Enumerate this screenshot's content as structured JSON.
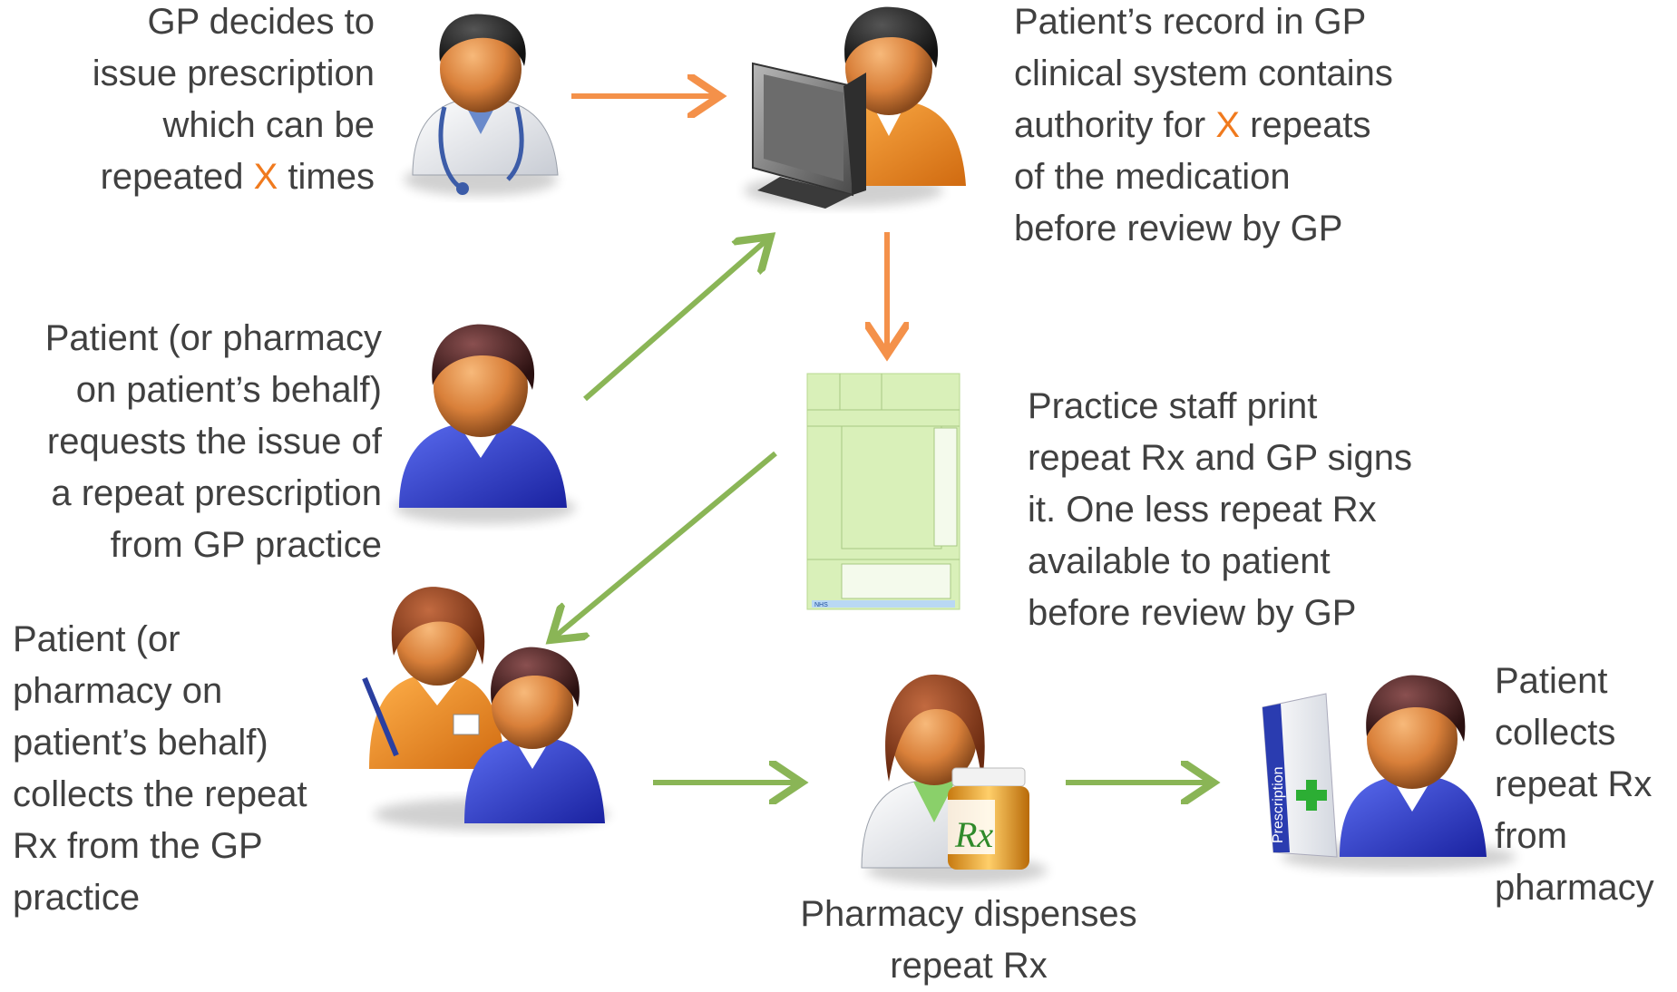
{
  "colors": {
    "text": "#404040",
    "highlight": "#f07a1e",
    "arrow_orange": "#f4914a",
    "arrow_green": "#8ab556",
    "form_green": "#d9f0b9"
  },
  "steps": {
    "gp_decides": {
      "line1": "GP decides to",
      "line2": "issue prescription",
      "line3": "which can be",
      "line4_pre": "repeated ",
      "line4_x": "X",
      "line4_post": " times"
    },
    "patient_record": {
      "line1": "Patient’s record in GP",
      "line2": "clinical system contains",
      "line3_pre": "authority for ",
      "line3_x": "X",
      "line3_post": " repeats",
      "line4": "of the medication",
      "line5": "before review by GP"
    },
    "patient_requests": {
      "line1": "Patient (or pharmacy",
      "line2": "on patient’s behalf)",
      "line3": "requests the issue of",
      "line4": "a repeat prescription",
      "line5": "from GP practice"
    },
    "practice_prints": {
      "line1": "Practice staff print",
      "line2": "repeat Rx and GP signs",
      "line3": "it. One less repeat Rx",
      "line4": "available to patient",
      "line5": "before review by GP"
    },
    "patient_collects_rx": {
      "line1": "Patient (or",
      "line2": "pharmacy on",
      "line3": "patient’s behalf)",
      "line4": "collects the repeat",
      "line5": "Rx from the GP",
      "line6": "practice"
    },
    "pharmacy_dispenses": {
      "line1": "Pharmacy dispenses",
      "line2": "repeat Rx"
    },
    "patient_collects_pharmacy": {
      "line1": "Patient",
      "line2": "collects",
      "line3": "repeat Rx",
      "line4": "from",
      "line5": "pharmacy"
    }
  },
  "icons": {
    "doctor": "doctor-stethoscope-icon",
    "computer_user": "computer-user-icon",
    "patient": "patient-icon",
    "prescription_form": "prescription-form-icon",
    "staff_and_patient": "staff-and-patient-icon",
    "pharmacist": "pharmacist-icon",
    "bag_patient": "prescription-bag-patient-icon"
  },
  "form_labels": {
    "bag_text": "Prescription",
    "bottle_text": "Rx",
    "form_brand": "NHS"
  }
}
